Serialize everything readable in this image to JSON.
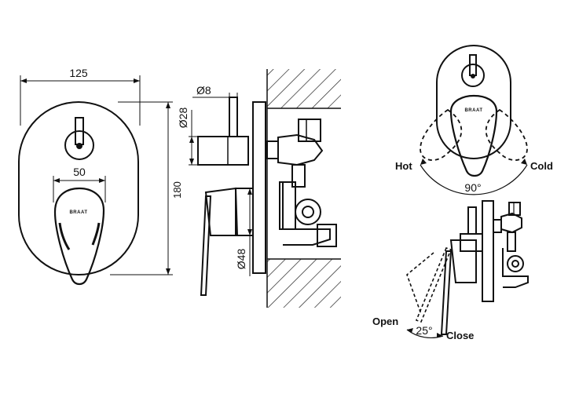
{
  "front_view": {
    "width_dim": "125",
    "height_dim": "180",
    "lever_dim": "50",
    "brand_mark": "BRAAT"
  },
  "side_view": {
    "stem_dim": "Ø8",
    "spindle_dim": "Ø28",
    "body_dim": "Ø48"
  },
  "rotation_view": {
    "hot_label": "Hot",
    "cold_label": "Cold",
    "angle_label": "90°",
    "brand_mark": "BRAAT"
  },
  "lever_view": {
    "open_label": "Open",
    "close_label": "Close",
    "angle_label": "25°"
  }
}
